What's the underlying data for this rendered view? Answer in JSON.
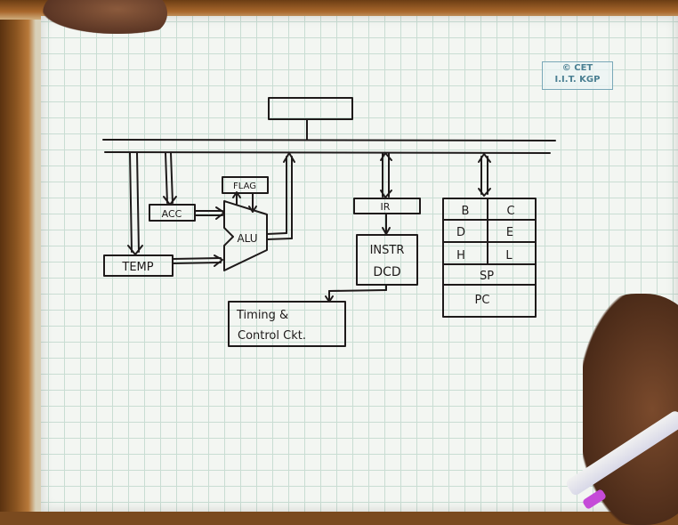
{
  "watermark": {
    "line1": "© CET",
    "line2": "I.I.T. KGP"
  },
  "diagram": {
    "blocks": {
      "acc": "ACC",
      "flag": "FLAG",
      "alu": "ALU",
      "temp": "TEMP",
      "ir": "IR",
      "instr_dcd_line1": "INSTR",
      "instr_dcd_line2": "DCD",
      "timing_line1": "Timing &",
      "timing_line2": "Control Ckt."
    },
    "registers": {
      "b": "B",
      "c": "C",
      "d": "D",
      "e": "E",
      "h": "H",
      "l": "L",
      "sp": "SP",
      "pc": "PC"
    }
  },
  "colors": {
    "ink": "#1e1a1a",
    "grid": "#c9ddd3",
    "paper": "#f3f6f2",
    "watermark": "#4a7f92"
  }
}
